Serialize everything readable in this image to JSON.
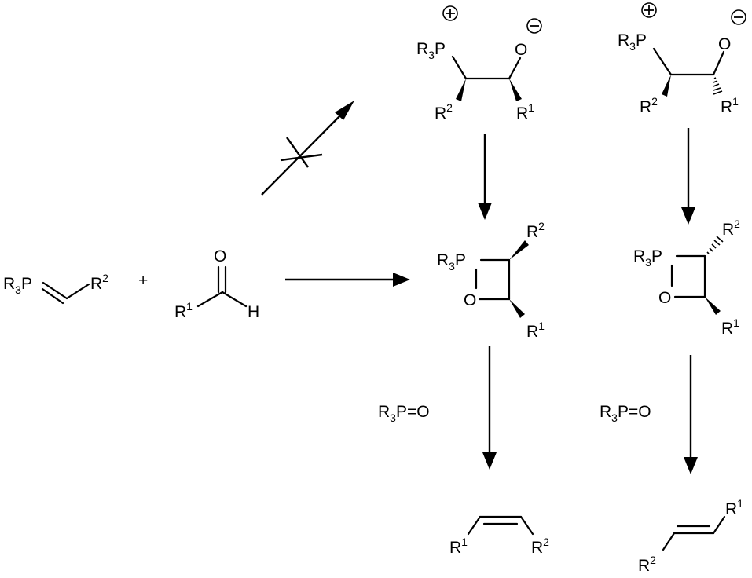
{
  "labels": {
    "r3p": "R",
    "r3p_sub": "3",
    "p": "P",
    "r": "R",
    "sup1": "1",
    "sup2": "2",
    "plus": "+",
    "o": "O",
    "h": "H",
    "r3p_eq_o": "=O"
  },
  "colors": {
    "ink": "#000000",
    "background": "#ffffff"
  }
}
